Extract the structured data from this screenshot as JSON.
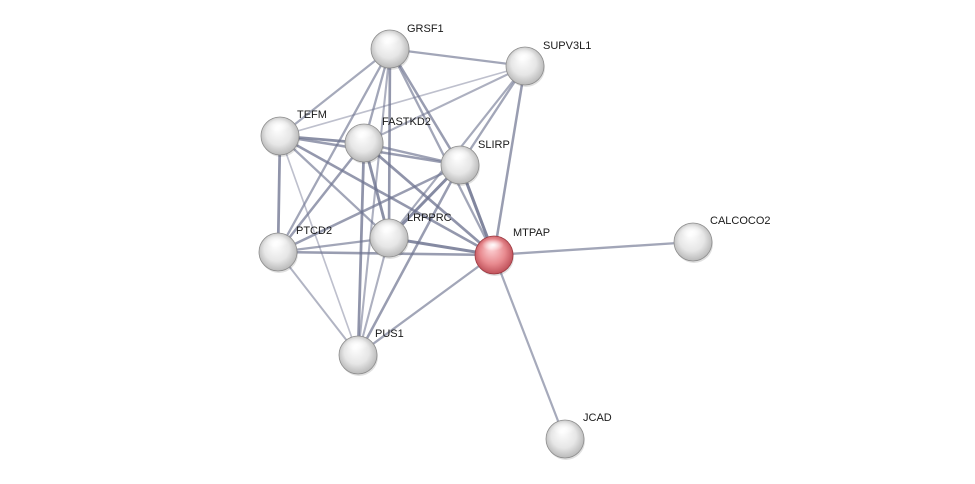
{
  "network": {
    "colors": {
      "background": "#ffffff",
      "node": "#e6e6e6",
      "node_highlight": "#ffffff",
      "node_shade": "#a8a8a8",
      "query_node": "#e88a8f",
      "query_node_highlight": "#ffd7da",
      "query_node_shade": "#b03c46",
      "edge": "#6e7490"
    },
    "query_protein": "MTPAP",
    "nodes": [
      {
        "id": "GRSF1",
        "label": "GRSF1"
      },
      {
        "id": "SUPV3L1",
        "label": "SUPV3L1"
      },
      {
        "id": "TEFM",
        "label": "TEFM"
      },
      {
        "id": "FASTKD2",
        "label": "FASTKD2"
      },
      {
        "id": "SLIRP",
        "label": "SLIRP"
      },
      {
        "id": "PTCD2",
        "label": "PTCD2"
      },
      {
        "id": "LRPPRC",
        "label": "LRPPRC"
      },
      {
        "id": "MTPAP",
        "label": "MTPAP"
      },
      {
        "id": "CALCOCO2",
        "label": "CALCOCO2"
      },
      {
        "id": "PUS1",
        "label": "PUS1"
      },
      {
        "id": "JCAD",
        "label": "JCAD"
      }
    ],
    "edges": [
      {
        "source": "GRSF1",
        "target": "SUPV3L1",
        "score": 0.6
      },
      {
        "source": "GRSF1",
        "target": "TEFM",
        "score": 0.55
      },
      {
        "source": "GRSF1",
        "target": "FASTKD2",
        "score": 0.6
      },
      {
        "source": "GRSF1",
        "target": "SLIRP",
        "score": 0.7
      },
      {
        "source": "GRSF1",
        "target": "PTCD2",
        "score": 0.6
      },
      {
        "source": "GRSF1",
        "target": "LRPPRC",
        "score": 0.75
      },
      {
        "source": "GRSF1",
        "target": "MTPAP",
        "score": 0.6
      },
      {
        "source": "GRSF1",
        "target": "PUS1",
        "score": 0.5
      },
      {
        "source": "SUPV3L1",
        "target": "TEFM",
        "score": 0.3
      },
      {
        "source": "SUPV3L1",
        "target": "FASTKD2",
        "score": 0.5
      },
      {
        "source": "SUPV3L1",
        "target": "SLIRP",
        "score": 0.6
      },
      {
        "source": "SUPV3L1",
        "target": "LRPPRC",
        "score": 0.55
      },
      {
        "source": "SUPV3L1",
        "target": "MTPAP",
        "score": 0.7
      },
      {
        "source": "TEFM",
        "target": "FASTKD2",
        "score": 0.85
      },
      {
        "source": "TEFM",
        "target": "SLIRP",
        "score": 0.7
      },
      {
        "source": "TEFM",
        "target": "PTCD2",
        "score": 0.8
      },
      {
        "source": "TEFM",
        "target": "LRPPRC",
        "score": 0.6
      },
      {
        "source": "TEFM",
        "target": "MTPAP",
        "score": 0.75
      },
      {
        "source": "TEFM",
        "target": "PUS1",
        "score": 0.3
      },
      {
        "source": "FASTKD2",
        "target": "SLIRP",
        "score": 0.65
      },
      {
        "source": "FASTKD2",
        "target": "PTCD2",
        "score": 0.7
      },
      {
        "source": "FASTKD2",
        "target": "LRPPRC",
        "score": 0.85
      },
      {
        "source": "FASTKD2",
        "target": "MTPAP",
        "score": 0.8
      },
      {
        "source": "FASTKD2",
        "target": "PUS1",
        "score": 0.8
      },
      {
        "source": "SLIRP",
        "target": "PTCD2",
        "score": 0.7
      },
      {
        "source": "SLIRP",
        "target": "LRPPRC",
        "score": 0.9
      },
      {
        "source": "SLIRP",
        "target": "MTPAP",
        "score": 0.95
      },
      {
        "source": "SLIRP",
        "target": "PUS1",
        "score": 0.7
      },
      {
        "source": "PTCD2",
        "target": "LRPPRC",
        "score": 0.6
      },
      {
        "source": "PTCD2",
        "target": "MTPAP",
        "score": 0.7
      },
      {
        "source": "PTCD2",
        "target": "PUS1",
        "score": 0.45
      },
      {
        "source": "LRPPRC",
        "target": "MTPAP",
        "score": 0.9
      },
      {
        "source": "LRPPRC",
        "target": "PUS1",
        "score": 0.5
      },
      {
        "source": "MTPAP",
        "target": "CALCOCO2",
        "score": 0.6
      },
      {
        "source": "MTPAP",
        "target": "PUS1",
        "score": 0.6
      },
      {
        "source": "MTPAP",
        "target": "JCAD",
        "score": 0.55
      }
    ]
  }
}
